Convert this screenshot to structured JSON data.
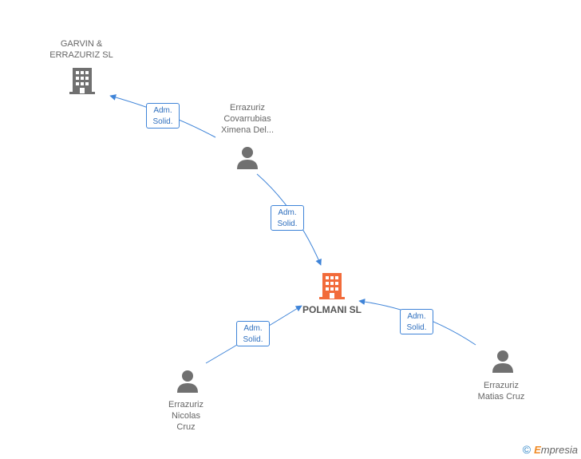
{
  "nodes": {
    "garvin": {
      "label": "GARVIN &\nERRAZURIZ SL",
      "icon": "building-icon",
      "color": "#707070"
    },
    "ximena": {
      "label": "Errazuriz\nCovarrubias\nXimena Del...",
      "icon": "person-icon",
      "color": "#707070"
    },
    "polmani": {
      "label": "POLMANI SL",
      "icon": "building-icon",
      "color": "#f26b3a"
    },
    "nicolas": {
      "label": "Errazuriz\nNicolas\nCruz",
      "icon": "person-icon",
      "color": "#707070"
    },
    "matias": {
      "label": "Errazuriz\nMatias Cruz",
      "icon": "person-icon",
      "color": "#707070"
    }
  },
  "edges": [
    {
      "from": "ximena",
      "to": "garvin",
      "line1": "Adm.",
      "line2": "Solid."
    },
    {
      "from": "ximena",
      "to": "polmani",
      "line1": "Adm.",
      "line2": "Solid."
    },
    {
      "from": "nicolas",
      "to": "polmani",
      "line1": "Adm.",
      "line2": "Solid."
    },
    {
      "from": "matias",
      "to": "polmani",
      "line1": "Adm.",
      "line2": "Solid."
    }
  ],
  "footer": {
    "copyright": "©",
    "brand_first": "E",
    "brand_rest": "mpresia"
  },
  "colors": {
    "edge": "#3f84d8"
  }
}
